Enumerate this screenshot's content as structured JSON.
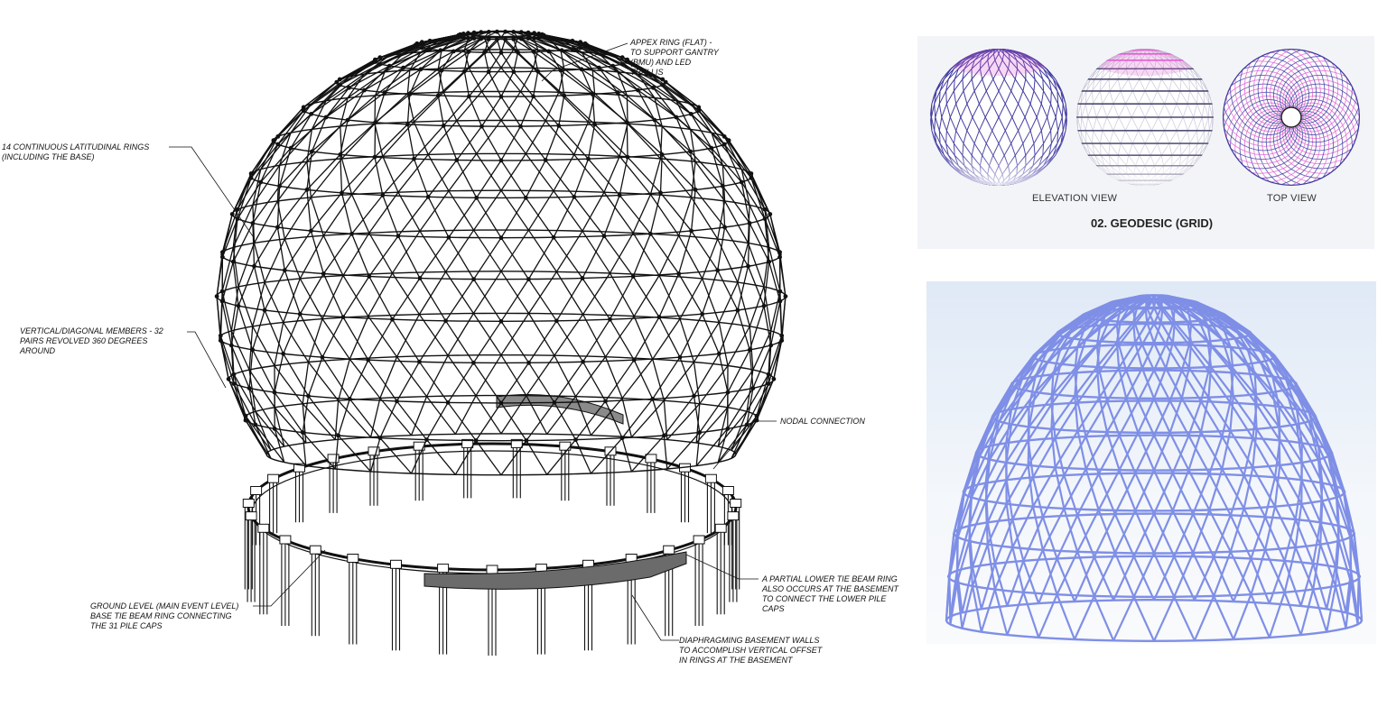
{
  "annotations": {
    "appex_ring": "APPEX RING (FLAT) -\nTO SUPPORT GANTRY\n(BMU) AND LED\nTRELLIS",
    "latitudinal_rings": "14 CONTINUOUS LATITUDINAL RINGS\n(INCLUDING THE BASE)",
    "vertical_diagonal": "VERTICAL/DIAGONAL MEMBERS - 32\nPAIRS REVOLVED 360 DEGREES\nAROUND",
    "nodal_connection": "NODAL CONNECTION",
    "lower_tie_beam": "A PARTIAL LOWER TIE BEAM RING\nALSO OCCURS AT THE BASEMENT\nTO CONNECT THE LOWER PILE\nCAPS",
    "ground_level": "GROUND LEVEL (MAIN EVENT LEVEL)\nBASE TIE BEAM RING CONNECTING\nTHE 31 PILE CAPS",
    "diaphragming_walls": "DIAPHRAGMING BASEMENT WALLS\nTO ACCOMPLISH VERTICAL OFFSET\nIN RINGS AT THE BASEMENT"
  },
  "geodesic_panel": {
    "elevation_label": "ELEVATION VIEW",
    "top_label": "TOP VIEW",
    "title": "02. GEODESIC (GRID)"
  },
  "colors": {
    "line_dark": "#111111",
    "blue_member": "#7f8fe6",
    "purple": "#4a3aa8",
    "magenta": "#e060d0",
    "panel_bg": "#f3f4f7",
    "render_bg": "#eef3fb"
  }
}
